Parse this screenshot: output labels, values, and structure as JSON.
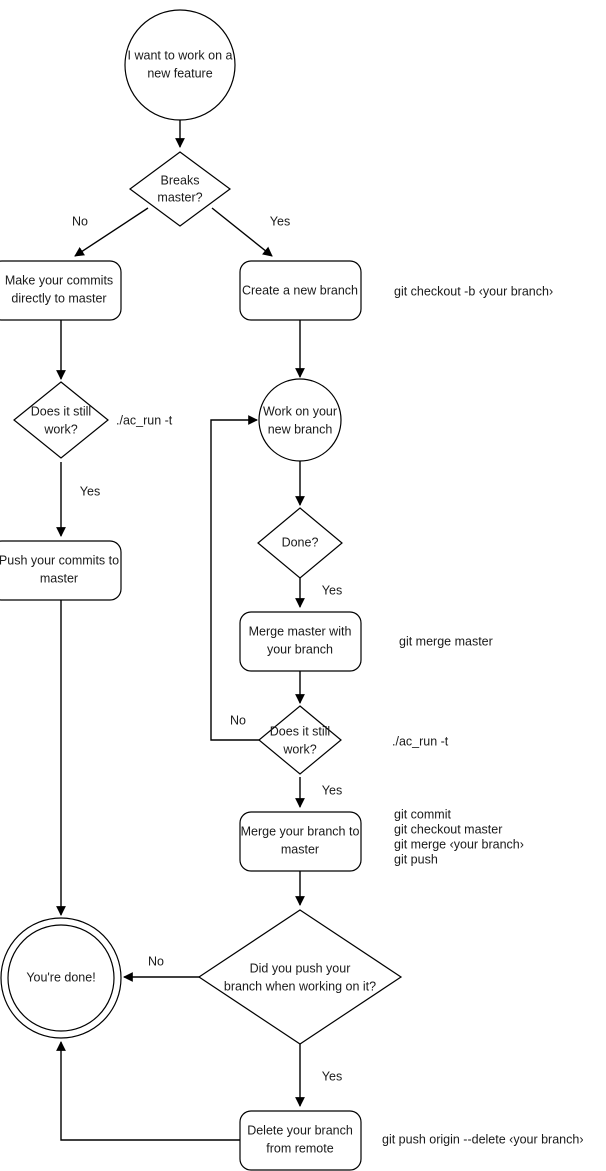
{
  "diagram": {
    "title": "Git branching workflow flowchart",
    "background_color": "#ffffff",
    "stroke_color": "#000000",
    "text_color": "#1a1a1a"
  },
  "nodes": {
    "start": {
      "label_line1": "I want to work on a",
      "label_line2": "new feature",
      "shape": "circle"
    },
    "breaks_master": {
      "label_line1": "Breaks",
      "label_line2": "master?",
      "shape": "diamond"
    },
    "make_commits": {
      "label_line1": "Make your commits",
      "label_line2": "directly to master",
      "shape": "rounded-rect"
    },
    "create_branch": {
      "label_line1": "Create a new branch",
      "label_line2": "",
      "shape": "rounded-rect"
    },
    "does_it_work_left": {
      "label_line1": "Does it still",
      "label_line2": "work?",
      "shape": "diamond"
    },
    "push_commits": {
      "label_line1": "Push your commits to",
      "label_line2": "master",
      "shape": "rounded-rect"
    },
    "work_branch": {
      "label_line1": "Work on your",
      "label_line2": "new branch",
      "shape": "circle"
    },
    "done_q": {
      "label_line1": "Done?",
      "label_line2": "",
      "shape": "diamond"
    },
    "merge_master_with": {
      "label_line1": "Merge master with",
      "label_line2": "your branch",
      "shape": "rounded-rect"
    },
    "does_it_work_right": {
      "label_line1": "Does it still",
      "label_line2": "work?",
      "shape": "diamond"
    },
    "merge_branch_to": {
      "label_line1": "Merge your branch to",
      "label_line2": "master",
      "shape": "rounded-rect"
    },
    "did_you_push": {
      "label_line1": "Did you push your",
      "label_line2": "branch when working on it?",
      "shape": "diamond"
    },
    "delete_branch": {
      "label_line1": "Delete your branch",
      "label_line2": "from remote",
      "shape": "rounded-rect"
    },
    "youre_done": {
      "label_line1": "You're done!",
      "label_line2": "",
      "shape": "double-circle"
    }
  },
  "edge_labels": {
    "breaks_no": "No",
    "breaks_yes": "Yes",
    "left_work_yes": "Yes",
    "done_yes": "Yes",
    "work_right_no": "No",
    "work_right_yes": "Yes",
    "push_q_no": "No",
    "push_q_yes": "Yes"
  },
  "annotations": {
    "checkout_b": "git checkout -b ‹your branch›",
    "ac_run_left": "./ac_run -t",
    "merge_master": "git merge master",
    "ac_run_right": "./ac_run -t",
    "commit_block_l1": "git commit",
    "commit_block_l2": "git checkout master",
    "commit_block_l3": "git merge ‹your branch›",
    "commit_block_l4": "git push",
    "push_delete": "git push origin --delete ‹your branch›"
  }
}
